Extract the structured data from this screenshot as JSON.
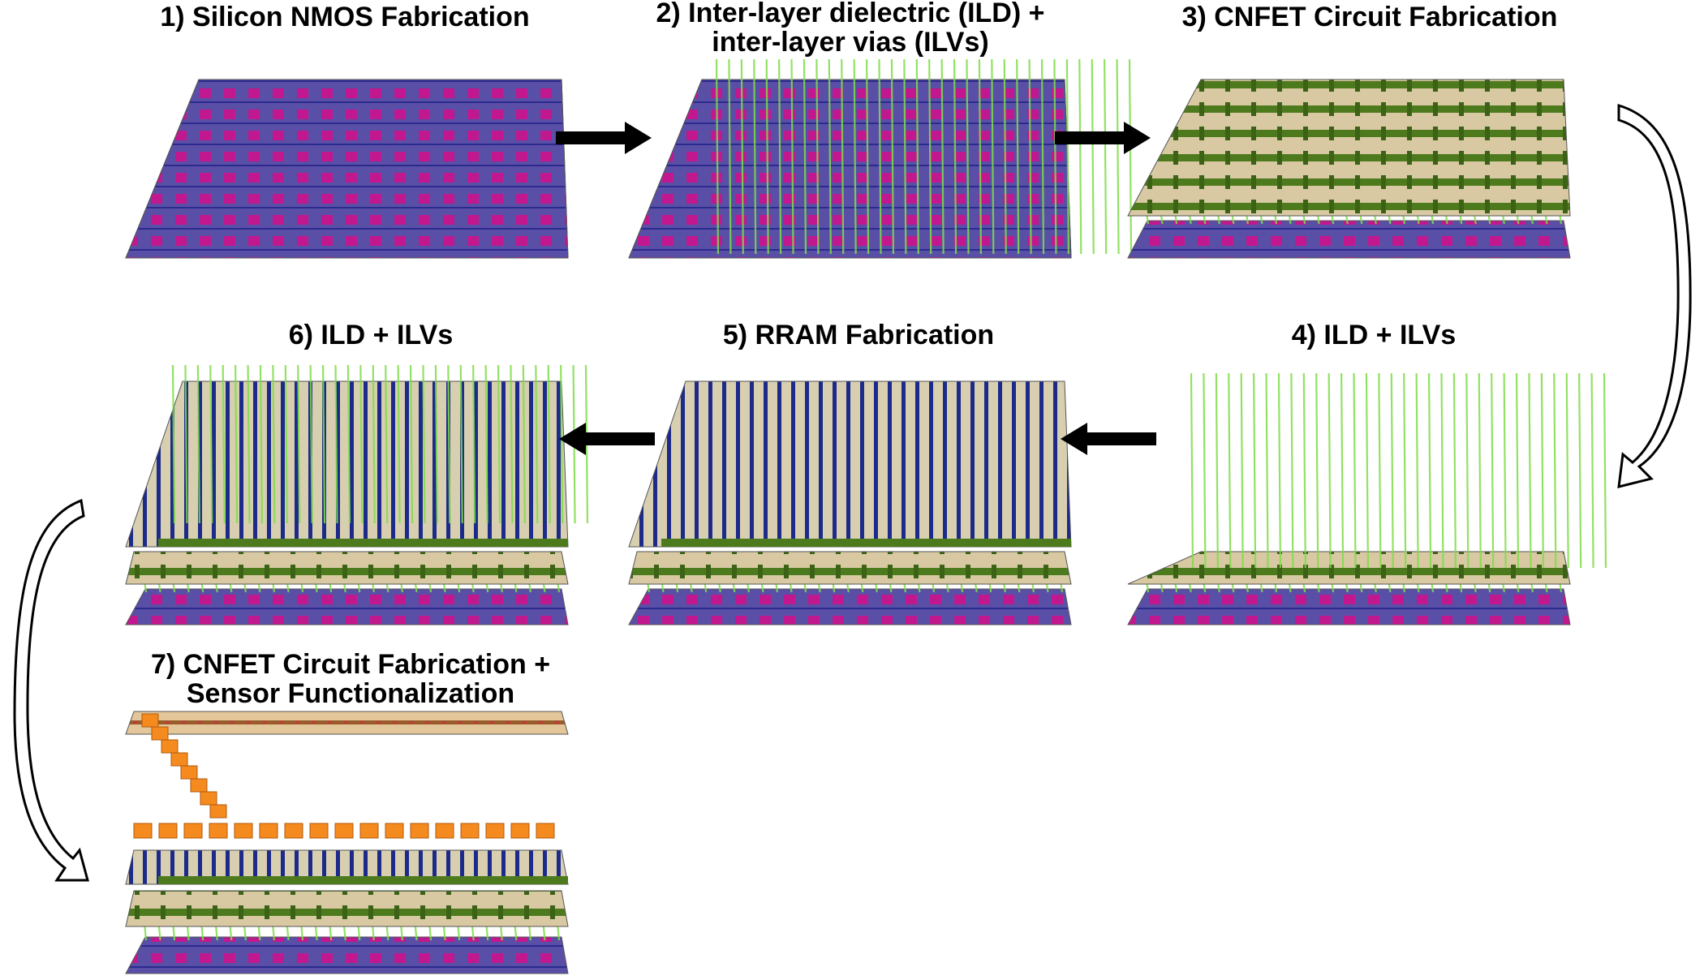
{
  "steps": [
    {
      "id": 1,
      "title_lines": [
        "1) Silicon NMOS Fabrication"
      ]
    },
    {
      "id": 2,
      "title_lines": [
        "2) Inter-layer dielectric (ILD) +",
        "inter-layer vias (ILVs)"
      ]
    },
    {
      "id": 3,
      "title_lines": [
        "3) CNFET Circuit Fabrication"
      ]
    },
    {
      "id": 4,
      "title_lines": [
        "4) ILD + ILVs"
      ]
    },
    {
      "id": 5,
      "title_lines": [
        "5) RRAM Fabrication"
      ]
    },
    {
      "id": 6,
      "title_lines": [
        "6) ILD + ILVs"
      ]
    },
    {
      "id": 7,
      "title_lines": [
        "7) CNFET Circuit Fabrication +",
        "Sensor Functionalization"
      ]
    }
  ],
  "flow": [
    {
      "from": 1,
      "to": 2,
      "style": "solid-arrow"
    },
    {
      "from": 2,
      "to": 3,
      "style": "solid-arrow"
    },
    {
      "from": 3,
      "to": 4,
      "style": "curved-hollow-arrow"
    },
    {
      "from": 4,
      "to": 5,
      "style": "solid-arrow"
    },
    {
      "from": 5,
      "to": 6,
      "style": "solid-arrow"
    },
    {
      "from": 6,
      "to": 7,
      "style": "curved-hollow-arrow"
    }
  ],
  "colors": {
    "substrate": "#7e73b8",
    "nmos": "#c2188f",
    "nmos_wire": "#2b2a8f",
    "via": "#7fdc4a",
    "ild": "#d8c9a3",
    "cnfet": "#4e7a1e",
    "rram_line": "#1c2a8a",
    "sensor": "#f58a1f"
  }
}
